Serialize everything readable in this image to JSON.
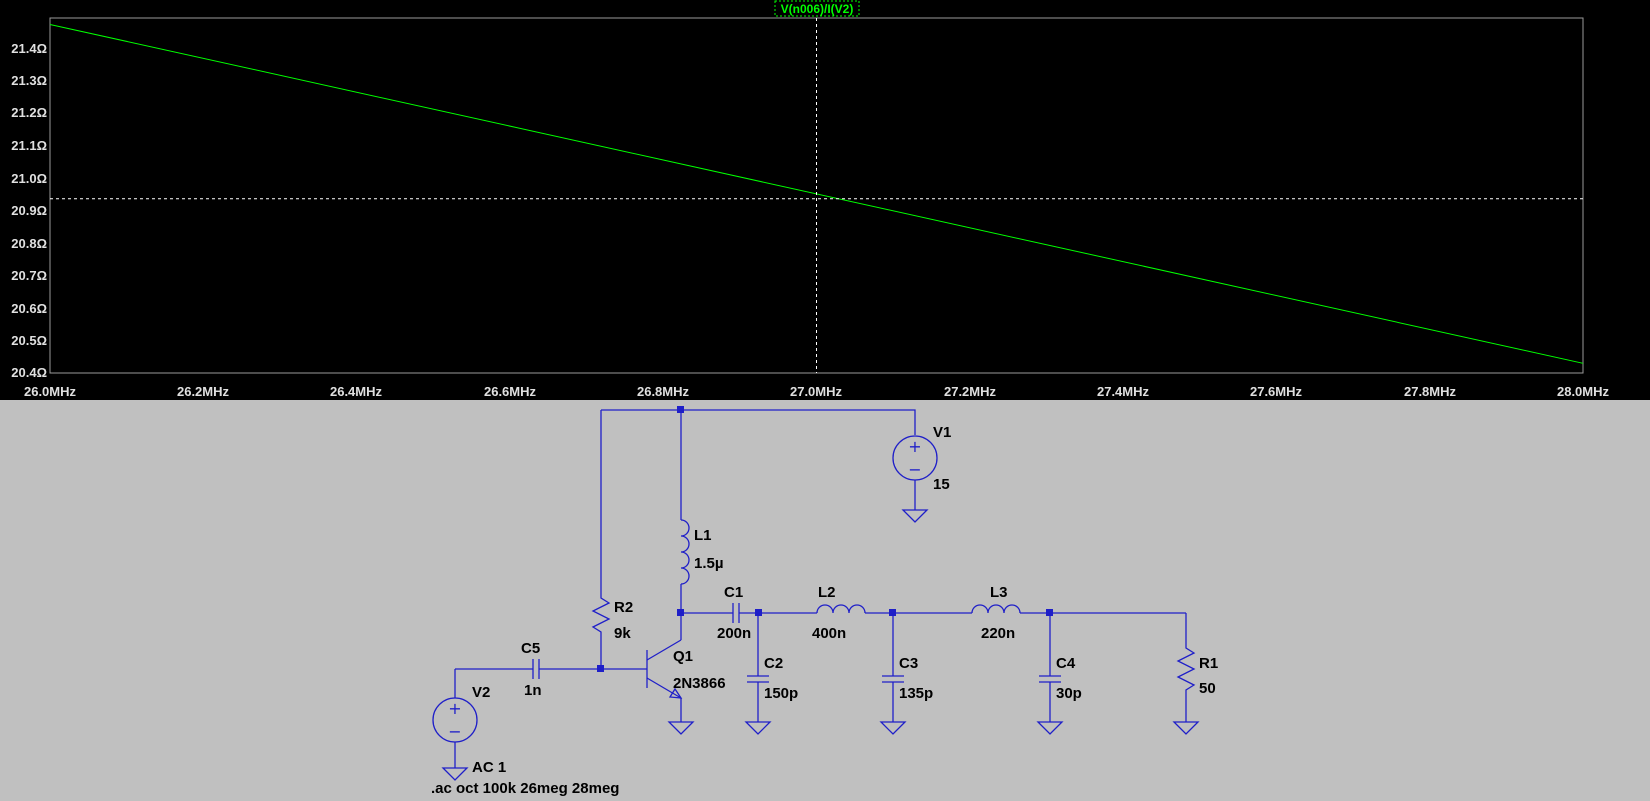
{
  "plot": {
    "trace_label": "V(n006)/I(V2)",
    "trace_color": "#00ff00",
    "background": "#000000",
    "y_ticks": [
      "21.4Ω",
      "21.3Ω",
      "21.2Ω",
      "21.1Ω",
      "21.0Ω",
      "20.9Ω",
      "20.8Ω",
      "20.7Ω",
      "20.6Ω",
      "20.5Ω",
      "20.4Ω"
    ],
    "x_ticks": [
      "26.0MHz",
      "26.2MHz",
      "26.4MHz",
      "26.6MHz",
      "26.8MHz",
      "27.0MHz",
      "27.2MHz",
      "27.4MHz",
      "27.6MHz",
      "27.8MHz",
      "28.0MHz"
    ],
    "cursor": {
      "x_mhz": 27.0,
      "y_ohm": 20.94
    },
    "trace": {
      "x_start_mhz": 26.0,
      "y_start_ohm": 21.48,
      "x_end_mhz": 28.0,
      "y_end_ohm": 20.43
    },
    "x_range": [
      26.0,
      28.0
    ],
    "y_range": [
      20.4,
      21.5
    ]
  },
  "schematic": {
    "wire_color": "#1f1fc8",
    "components": {
      "V1": {
        "name": "V1",
        "value": "15"
      },
      "L1": {
        "name": "L1",
        "value": "1.5µ"
      },
      "C1": {
        "name": "C1",
        "value": "200n"
      },
      "L2": {
        "name": "L2",
        "value": "400n"
      },
      "L3": {
        "name": "L3",
        "value": "220n"
      },
      "R2": {
        "name": "R2",
        "value": "9k"
      },
      "C5": {
        "name": "C5",
        "value": "1n"
      },
      "Q1": {
        "name": "Q1",
        "value": "2N3866"
      },
      "C2": {
        "name": "C2",
        "value": "150p"
      },
      "C3": {
        "name": "C3",
        "value": "135p"
      },
      "C4": {
        "name": "C4",
        "value": "30p"
      },
      "R1": {
        "name": "R1",
        "value": "50"
      },
      "V2": {
        "name": "V2",
        "value": "AC 1"
      }
    },
    "directive": ".ac oct 100k 26meg 28meg"
  }
}
